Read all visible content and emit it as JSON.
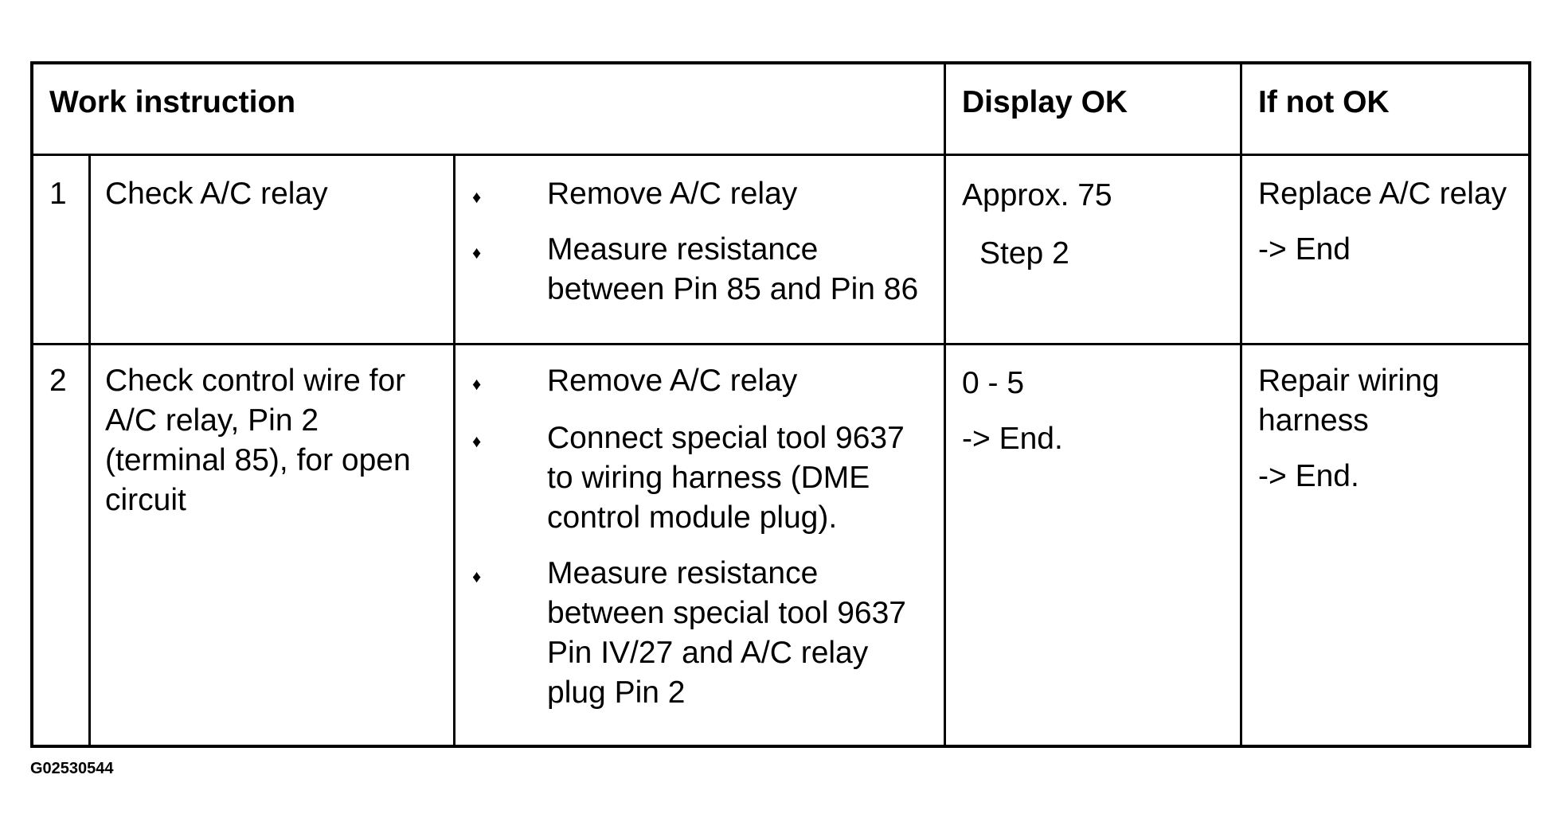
{
  "header": {
    "work_instruction": "Work instruction",
    "display_ok": "Display OK",
    "if_not_ok": "If not OK"
  },
  "rows": [
    {
      "step": "1",
      "check": [
        "Check A/C relay"
      ],
      "bullets": [
        [
          "Remove A/C relay"
        ],
        [
          "Measure resistance",
          "between Pin 85 and Pin 86"
        ]
      ],
      "display_ok": [
        "Approx. 75",
        "Step 2"
      ],
      "if_not_ok": [
        "Replace A/C relay",
        "-> End"
      ]
    },
    {
      "step": "2",
      "check": [
        "Check control wire for",
        "A/C relay, Pin 2",
        "(terminal 85), for open",
        "circuit"
      ],
      "bullets": [
        [
          "Remove A/C relay"
        ],
        [
          "Connect special tool 9637",
          "to wiring harness (DME",
          "control module plug)."
        ],
        [
          "Measure resistance",
          "between special tool 9637",
          "Pin IV/27 and A/C relay",
          "plug Pin 2"
        ]
      ],
      "display_ok": [
        "0 - 5",
        "-> End."
      ],
      "if_not_ok": [
        "Repair wiring",
        "harness",
        "-> End."
      ]
    }
  ],
  "bullet_symbol": "♦",
  "caption": "G02530544"
}
